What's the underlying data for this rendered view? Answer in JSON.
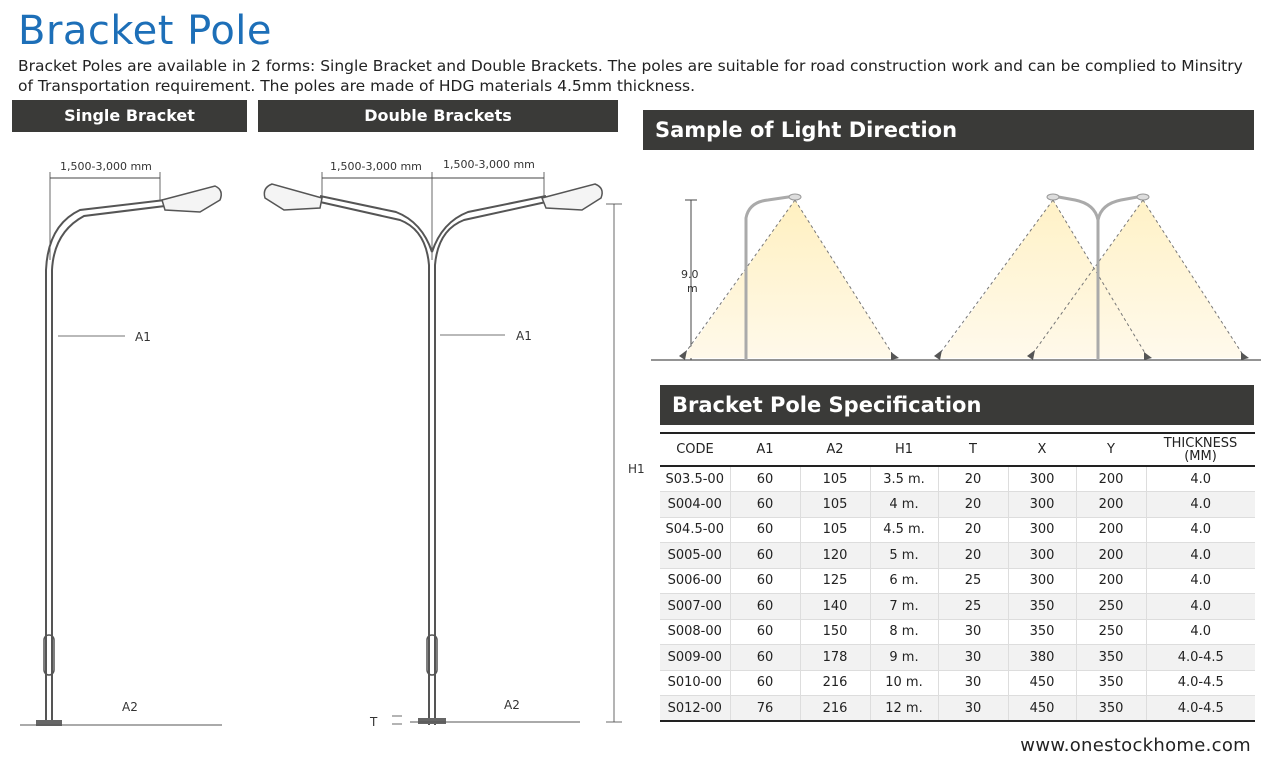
{
  "title": "Bracket Pole",
  "intro": "Bracket Poles are available in 2 forms: Single Bracket and Double Brackets. The poles are suitable for road construction work and can be complied to Minsitry of Transportation requirement. The poles are made of HDG materials 4.5mm thickness.",
  "single_bracket": {
    "heading": "Single Bracket",
    "arm_dim": "1,500-3,000 mm",
    "a1": "A1",
    "a2": "A2"
  },
  "double_brackets": {
    "heading": "Double Brackets",
    "arm_dim_left": "1,500-3,000 mm",
    "arm_dim_right": "1,500-3,000 mm",
    "a1": "A1",
    "a2": "A2",
    "h1": "H1",
    "t": "T"
  },
  "light_direction": {
    "heading": "Sample of Light Direction",
    "height_value": "9.0",
    "height_unit": "m"
  },
  "spec": {
    "heading": "Bracket Pole Specification",
    "columns": [
      "CODE",
      "A1",
      "A2",
      "H1",
      "T",
      "X",
      "Y",
      "THICKNESS\n(MM)"
    ],
    "rows": [
      [
        "S03.5-00",
        "60",
        "105",
        "3.5 m.",
        "20",
        "300",
        "200",
        "4.0"
      ],
      [
        "S004-00",
        "60",
        "105",
        "4 m.",
        "20",
        "300",
        "200",
        "4.0"
      ],
      [
        "S04.5-00",
        "60",
        "105",
        "4.5 m.",
        "20",
        "300",
        "200",
        "4.0"
      ],
      [
        "S005-00",
        "60",
        "120",
        "5 m.",
        "20",
        "300",
        "200",
        "4.0"
      ],
      [
        "S006-00",
        "60",
        "125",
        "6 m.",
        "25",
        "300",
        "200",
        "4.0"
      ],
      [
        "S007-00",
        "60",
        "140",
        "7 m.",
        "25",
        "350",
        "250",
        "4.0"
      ],
      [
        "S008-00",
        "60",
        "150",
        "8 m.",
        "30",
        "350",
        "250",
        "4.0"
      ],
      [
        "S009-00",
        "60",
        "178",
        "9 m.",
        "30",
        "380",
        "350",
        "4.0-4.5"
      ],
      [
        "S010-00",
        "60",
        "216",
        "10 m.",
        "30",
        "450",
        "350",
        "4.0-4.5"
      ],
      [
        "S012-00",
        "76",
        "216",
        "12 m.",
        "30",
        "450",
        "350",
        "4.0-4.5"
      ]
    ]
  },
  "website": "www.onestockhome.com"
}
